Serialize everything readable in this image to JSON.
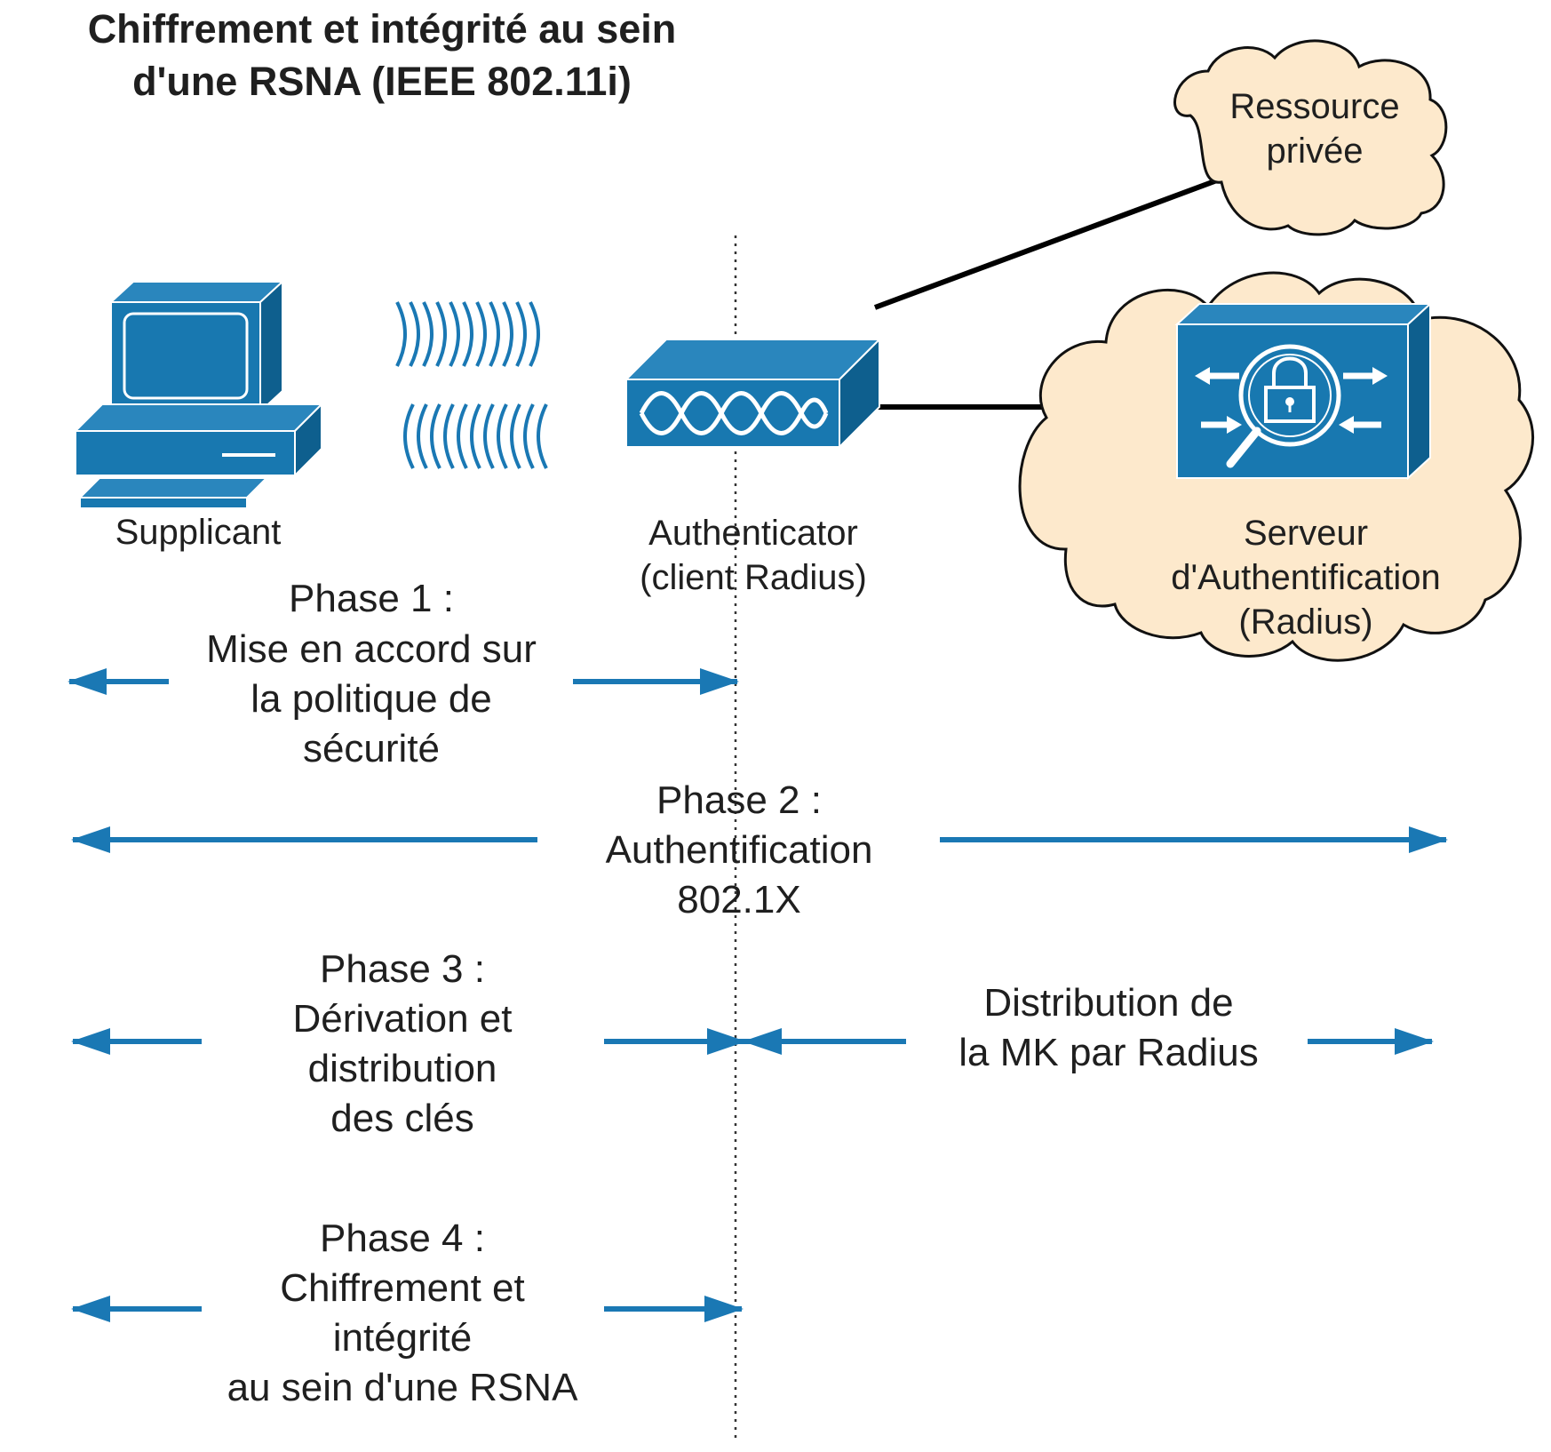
{
  "title": {
    "line1": "Chiffrement et intégrité au sein",
    "line2": "d'une RSNA (IEEE 802.11i)"
  },
  "nodes": {
    "resource": {
      "line1": "Ressource",
      "line2": "privée"
    },
    "supplicant": {
      "label": "Supplicant"
    },
    "authenticator": {
      "line1": "Authenticator",
      "line2": "(client Radius)"
    },
    "server": {
      "line1": "Serveur",
      "line2": "d'Authentification",
      "line3": "(Radius)"
    }
  },
  "phases": {
    "phase1": {
      "line1": "Phase 1 :",
      "line2": "Mise en accord sur",
      "line3": "la politique de",
      "line4": "sécurité"
    },
    "phase2": {
      "line1": "Phase 2 :",
      "line2": "Authentification",
      "line3": "802.1X"
    },
    "phase3": {
      "line1": "Phase 3 :",
      "line2": "Dérivation et",
      "line3": "distribution",
      "line4": "des clés"
    },
    "phase3_mk": {
      "line1": "Distribution de",
      "line2": "la MK par Radius"
    },
    "phase4": {
      "line1": "Phase 4 :",
      "line2": "Chiffrement et",
      "line3": "intégrité",
      "line4": "au sein d'une RSNA"
    }
  },
  "colors": {
    "device_blue": "#1878b0",
    "device_dark": "#0e5f8e",
    "cloud_fill": "#fde9cc",
    "arrow_blue": "#1a78b4"
  }
}
